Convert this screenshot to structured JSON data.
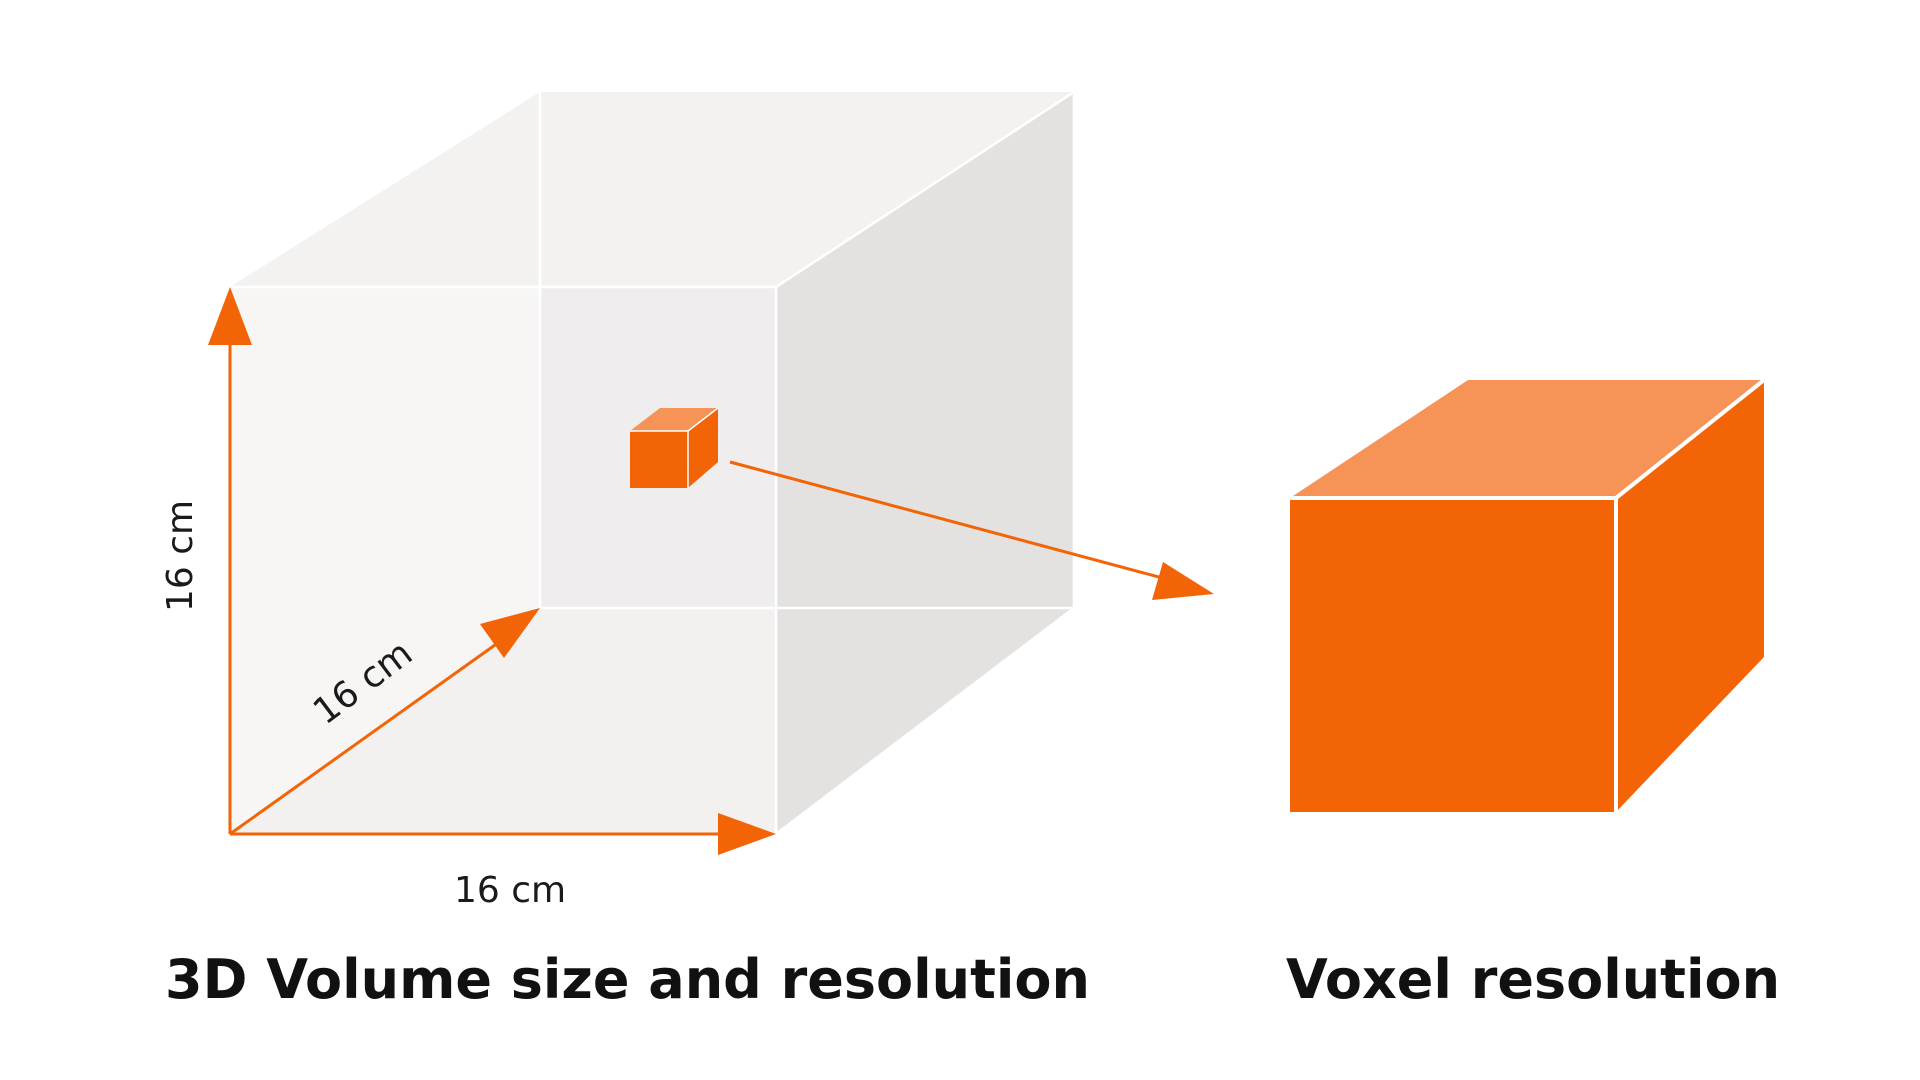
{
  "labels": {
    "height": "16 cm",
    "depth": "16 cm",
    "width": "16 cm"
  },
  "captions": {
    "volume": "3D Volume size and resolution",
    "voxel": "Voxel resolution"
  },
  "colors": {
    "accent": "#F26405",
    "accent_light": "#F69357",
    "volume_front": "#F6F5F4",
    "volume_back": "#E4E3E2",
    "volume_floor": "#ECEAE9",
    "edge": "#FFFFFF"
  }
}
